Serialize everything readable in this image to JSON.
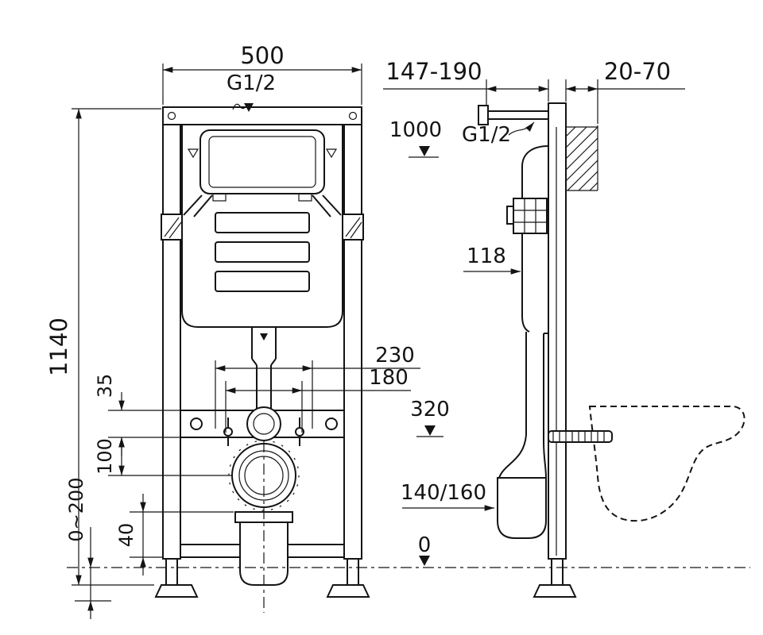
{
  "meta": {
    "title": "Concealed cistern wall-hung toilet frame installation drawing",
    "units": "mm"
  },
  "colors": {
    "line": "#141414",
    "background": "#ffffff"
  },
  "front_view": {
    "dims": {
      "width": "500",
      "water_inlet": "G1/2",
      "height": "1140",
      "stud_spacing_outer": "230",
      "stud_spacing_inner": "180",
      "plate_offset": "35",
      "drain_offset": "100",
      "outlet_offset": "40",
      "foot_adjust": "0~200"
    }
  },
  "side_view": {
    "dims": {
      "depth_range": "147-190",
      "wall_distance": "20-70",
      "inlet_height": "1000",
      "water_inlet": "G1/2",
      "cistern_depth": "118",
      "bowl_height": "320",
      "outlet_height": "140/160",
      "floor_datum": "0"
    }
  }
}
